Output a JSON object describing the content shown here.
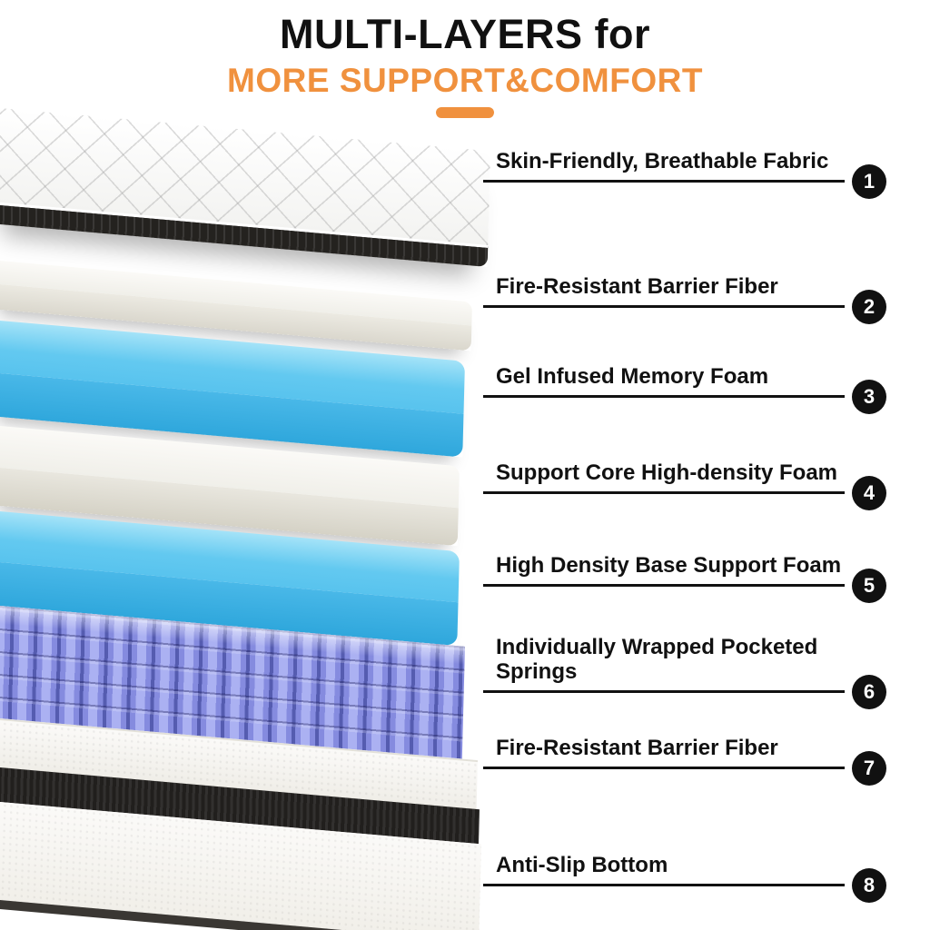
{
  "header": {
    "title": "MULTI-LAYERS for",
    "subtitle": "MORE SUPPORT&COMFORT",
    "accent_color": "#F0913E"
  },
  "diagram": {
    "layers": [
      {
        "num": "1",
        "label": "Skin-Friendly, Breathable Fabric"
      },
      {
        "num": "2",
        "label": "Fire-Resistant Barrier Fiber"
      },
      {
        "num": "3",
        "label": "Gel Infused Memory Foam"
      },
      {
        "num": "4",
        "label": "Support Core High-density Foam"
      },
      {
        "num": "5",
        "label": "High Density Base Support Foam"
      },
      {
        "num": "6",
        "label": "Individually Wrapped Pocketed Springs"
      },
      {
        "num": "7",
        "label": "Fire-Resistant Barrier Fiber"
      },
      {
        "num": "8",
        "label": "Anti-Slip Bottom"
      }
    ],
    "colors": {
      "foam_white": "#F4F3EE",
      "memory_foam_blue": "#5CC6F0",
      "springs_purple": "#858BDF",
      "edge_black": "#1F1D1B"
    }
  }
}
